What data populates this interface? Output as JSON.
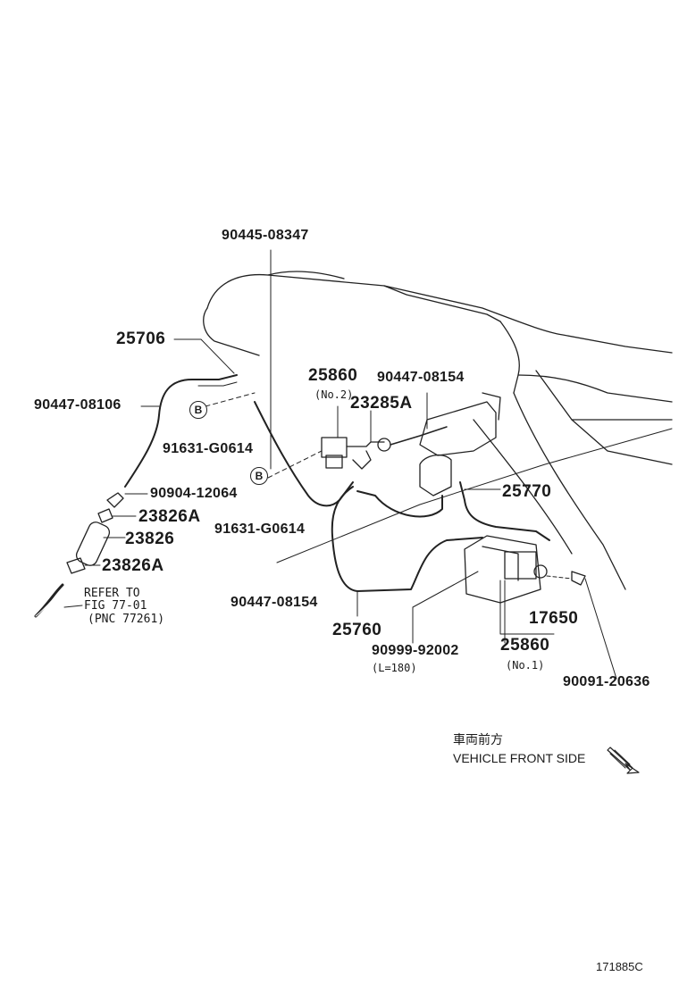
{
  "labels": {
    "p90445_08347": "90445-08347",
    "p25706": "25706",
    "p90447_08106": "90447-08106",
    "p25860_top": "25860",
    "no2": "(No.2)",
    "p23285A": "23285A",
    "p90447_08154_top": "90447-08154",
    "p91631_G0614_a": "91631-G0614",
    "p91631_G0614_b": "91631-G0614",
    "p90904_12064": "90904-12064",
    "p23826A_a": "23826A",
    "p23826": "23826",
    "p23826A_b": "23826A",
    "p25770": "25770",
    "p90447_08154_bot": "90447-08154",
    "p25760": "25760",
    "p90999_92002": "90999-92002",
    "l180": "(L=180)",
    "p17650": "17650",
    "p25860_bot": "25860",
    "no1": "(No.1)",
    "p90091_20636": "90091-20636",
    "refer_line1": "REFER TO",
    "refer_line2": "FIG 77-01",
    "refer_line3": "(PNC 77261)",
    "front_jp": "車両前方",
    "front_en": "VEHICLE FRONT SIDE",
    "figure_id": "171885C"
  },
  "badges": {
    "b1": "B",
    "b2": "B"
  }
}
